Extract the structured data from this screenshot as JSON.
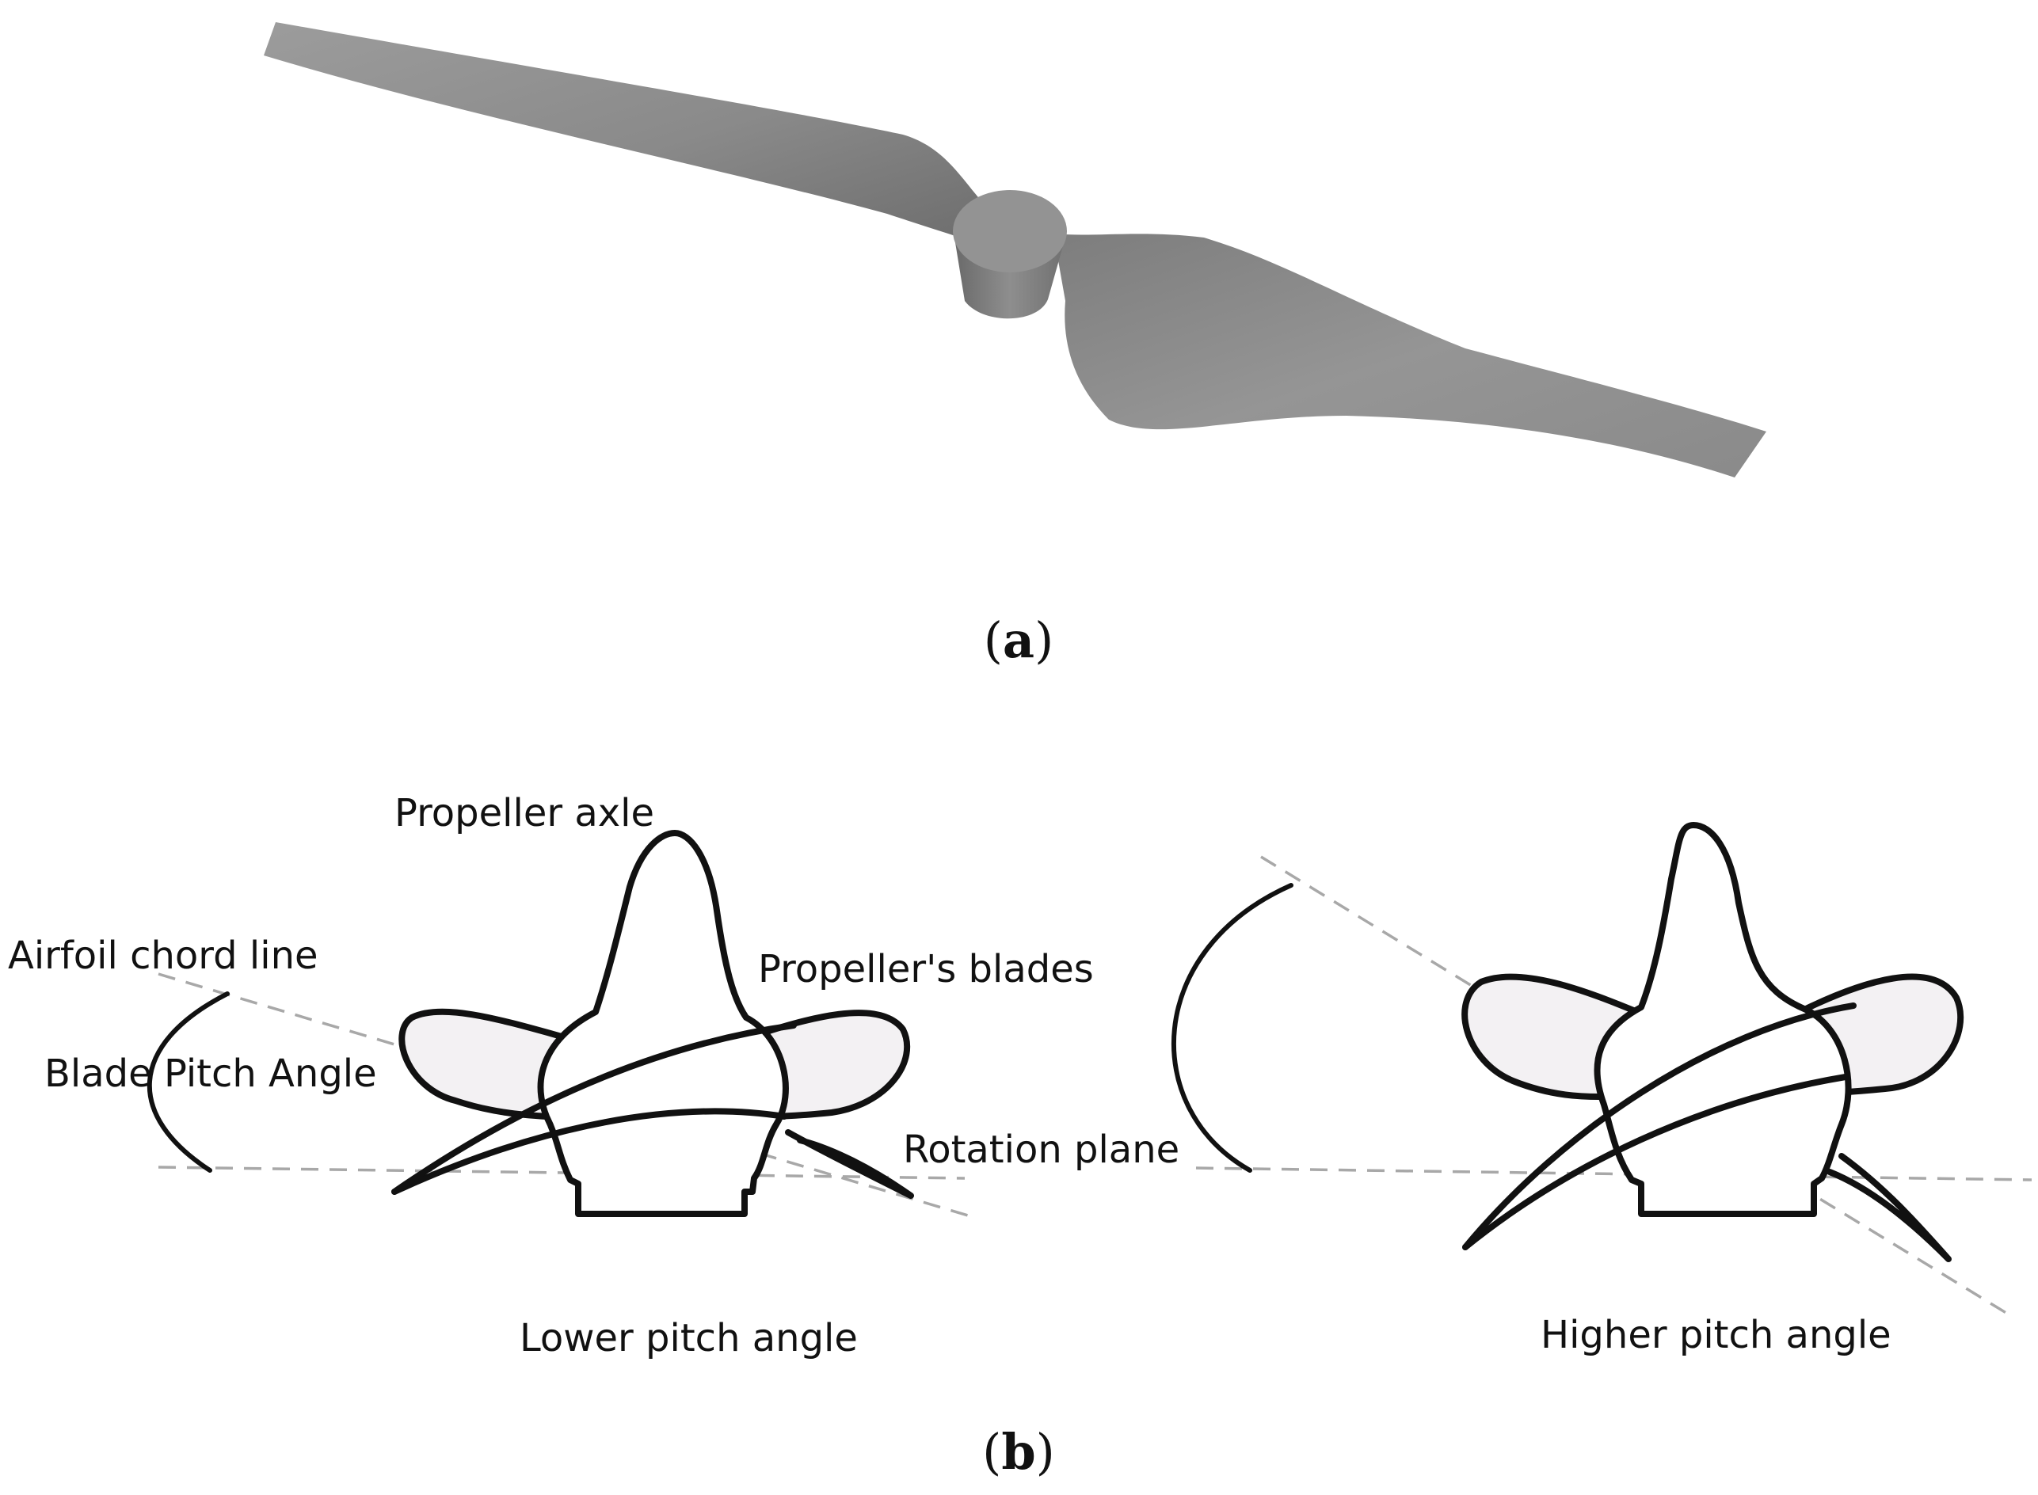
{
  "panel_a": {
    "caption_open": "(",
    "caption_letter": "a",
    "caption_close": ")"
  },
  "panel_b": {
    "caption_open": "(",
    "caption_letter": "b",
    "caption_close": ")",
    "labels": {
      "propeller_axle": "Propeller  axle",
      "airfoil_chord_line": "Airfoil chord line",
      "propellers_blades": "Propeller's blades",
      "blade_pitch_angle": "Blade Pitch Angle",
      "rotation_plane": "Rotation plane",
      "lower_pitch_angle": "Lower pitch angle",
      "higher_pitch_angle": "Higher pitch angle"
    }
  },
  "colors": {
    "propeller_render": "#8c8c8c",
    "ink": "#111111",
    "dashed_guides": "#a8a8a8",
    "blade_fill": "#f3f1f3"
  }
}
